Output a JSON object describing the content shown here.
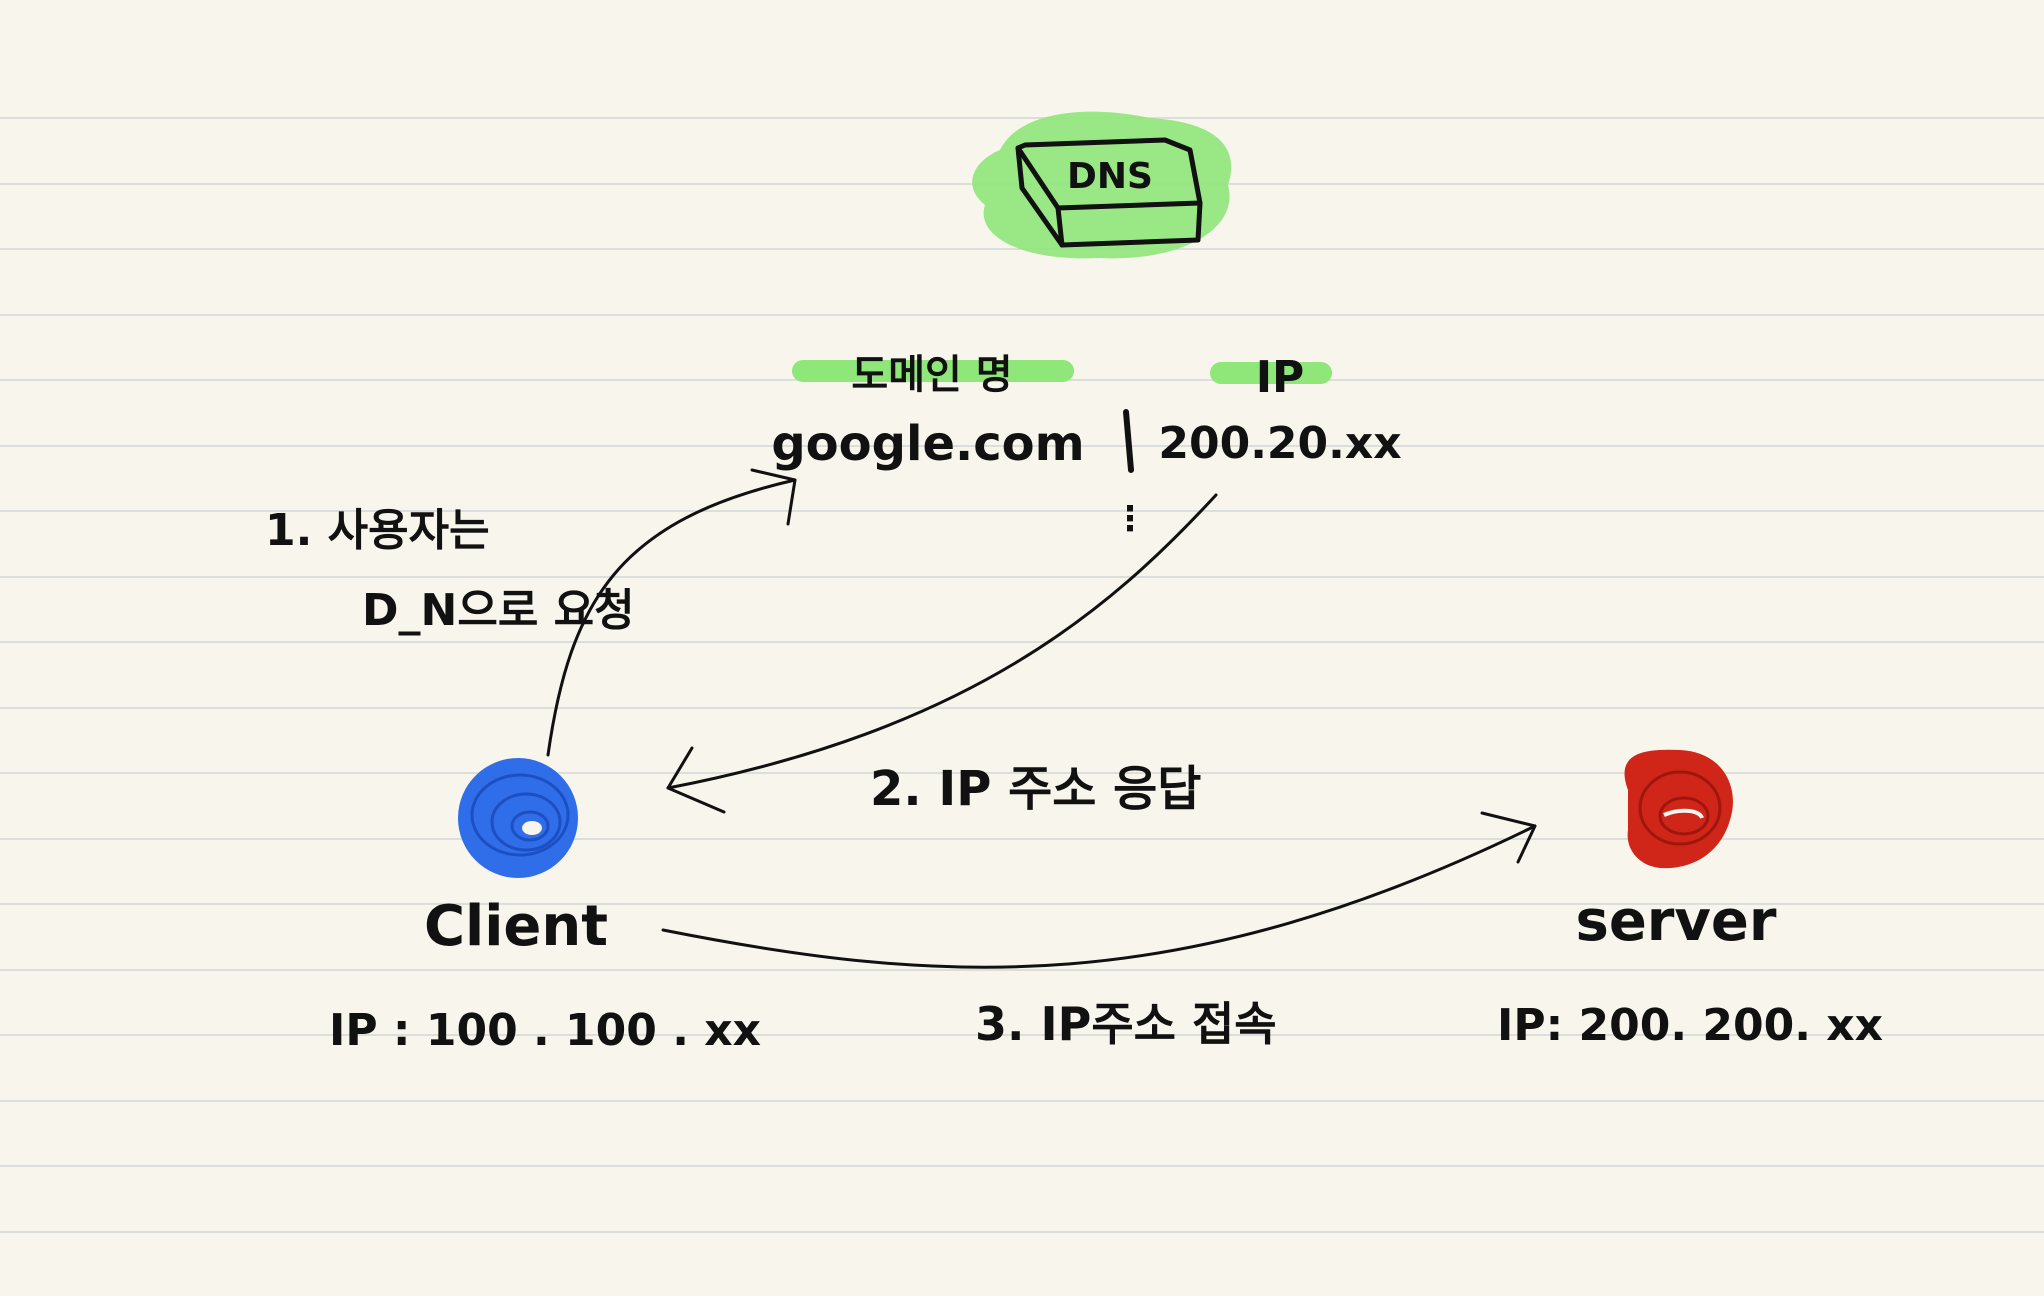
{
  "dns": {
    "box_label": "DNS",
    "highlight_color": "#8fe77a",
    "table_header_domain": "도메인 명",
    "table_header_ip": "IP",
    "domain_value": "google.com",
    "ip_value": "200.20.xx",
    "more_rows": "⋮"
  },
  "client": {
    "label": "Client",
    "ip_text": "IP : 100 . 100 . xx",
    "color": "#2f6ee8"
  },
  "server": {
    "label": "server",
    "ip_text": "IP: 200. 200. xx",
    "color": "#d0261a"
  },
  "steps": {
    "step1_line1": "1. 사용자는",
    "step1_line2": "D_N으로 요청",
    "step2": "2. IP 주소 응답",
    "step3": "3. IP주소 접속"
  }
}
